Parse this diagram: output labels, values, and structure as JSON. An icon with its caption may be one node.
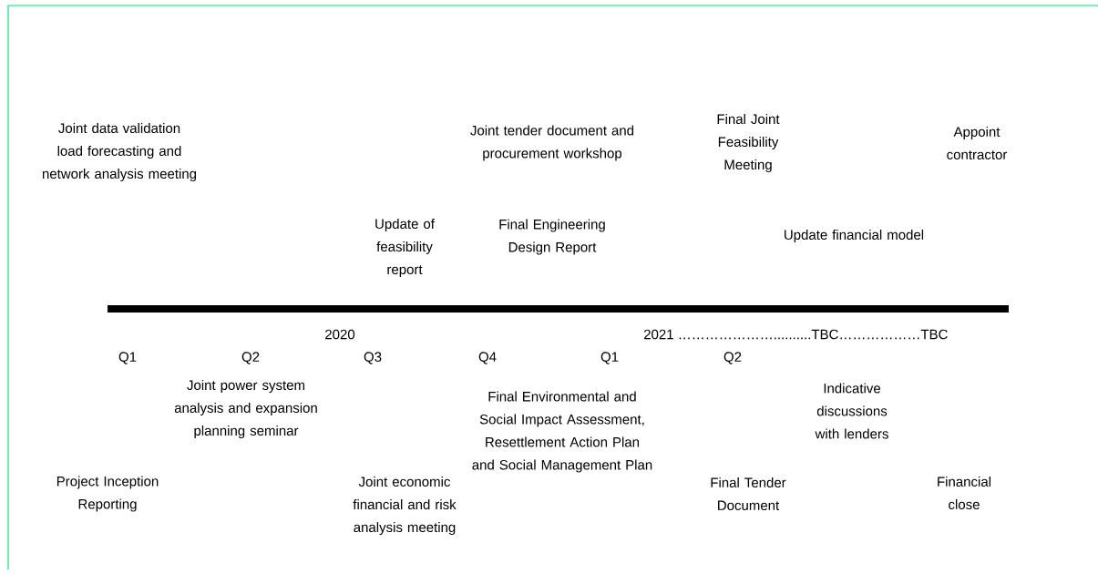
{
  "diagram": {
    "labels": [
      "Joint data validation load forecasting and network analysis meeting",
      "Joint tender document and procurement workshop",
      "Final Joint Feasibility Meeting",
      "Appoint contractor",
      "Update of feasibility report",
      "Final Engineering Design Report",
      "Update financial model",
      "2020",
      "2021 …………………..........TBC………………TBC",
      "Q1",
      "Q2",
      "Q3",
      "Q4",
      "Q1",
      "Q2",
      "Joint power system analysis and expansion planning seminar",
      "Final Environmental and Social Impact Assessment, Resettlement Action Plan and Social Management Plan",
      "Indicative discussions with lenders",
      "Project Inception Reporting",
      "Final Tender Document",
      "Financial close",
      "Joint economic financial and risk analysis meeting"
    ]
  }
}
